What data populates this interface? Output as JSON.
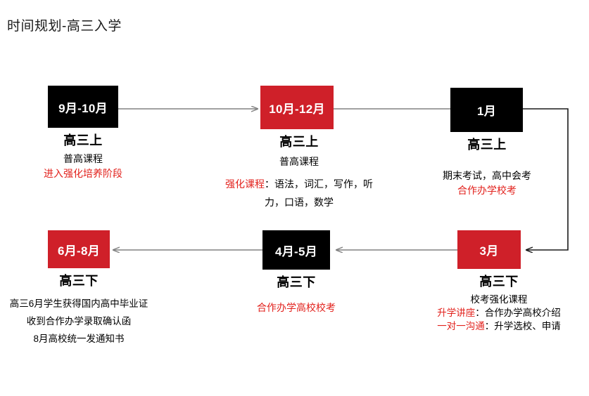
{
  "title": "时间规划-高三入学",
  "theme": {
    "red": "#cf2029",
    "text_red": "#e2211c",
    "black": "#000000",
    "connector_gray": "#808080",
    "connector_dark": "#1a1a1a"
  },
  "nodes": [
    {
      "id": "node-1",
      "chip_label": "9月-10月",
      "chip_color": "black",
      "heading": "高三上",
      "lines": [
        {
          "black": "普高课程"
        },
        {
          "red": "进入强化培养阶段"
        }
      ]
    },
    {
      "id": "node-2",
      "chip_label": "10月-12月",
      "chip_color": "red",
      "heading": "高三上",
      "lines": [
        {
          "black": "普高课程"
        },
        {
          "red": "强化课程",
          "black2": "：语法，词汇，写作，听力，口语，数学"
        }
      ]
    },
    {
      "id": "node-3",
      "chip_label": "1月",
      "chip_color": "black",
      "heading": "高三上",
      "lines": [
        {
          "black": "期末考试，高中会考"
        },
        {
          "red": "合作办学校考"
        }
      ]
    },
    {
      "id": "node-4",
      "chip_label": "6月-8月",
      "chip_color": "red",
      "heading": "高三下",
      "lines": [
        {
          "black": "高三6月学生获得国内高中毕业证"
        },
        {
          "black": "收到合作办学录取确认函"
        },
        {
          "black": "8月高校统一发通知书"
        }
      ]
    },
    {
      "id": "node-5",
      "chip_label": "4月-5月",
      "chip_color": "black",
      "heading": "高三下",
      "lines": [
        {
          "red": "合作办学高校校考"
        }
      ]
    },
    {
      "id": "node-6",
      "chip_label": "3月",
      "chip_color": "red",
      "heading": "高三下",
      "lines": [
        {
          "black": "校考强化课程"
        },
        {
          "red": "升学讲座",
          "black2": "：合作办学高校介绍"
        },
        {
          "red": "一对一沟通",
          "black2": "：升学选校、申请"
        }
      ]
    }
  ],
  "connectors": [
    {
      "name": "arrow-node1-to-node2",
      "color": "#808080"
    },
    {
      "name": "line-node2-to-node3",
      "color": "#808080"
    },
    {
      "name": "arrow-node3-to-node6",
      "color": "#1a1a1a"
    },
    {
      "name": "arrow-node6-to-node5",
      "color": "#808080"
    },
    {
      "name": "arrow-node5-to-node4",
      "color": "#808080"
    }
  ]
}
